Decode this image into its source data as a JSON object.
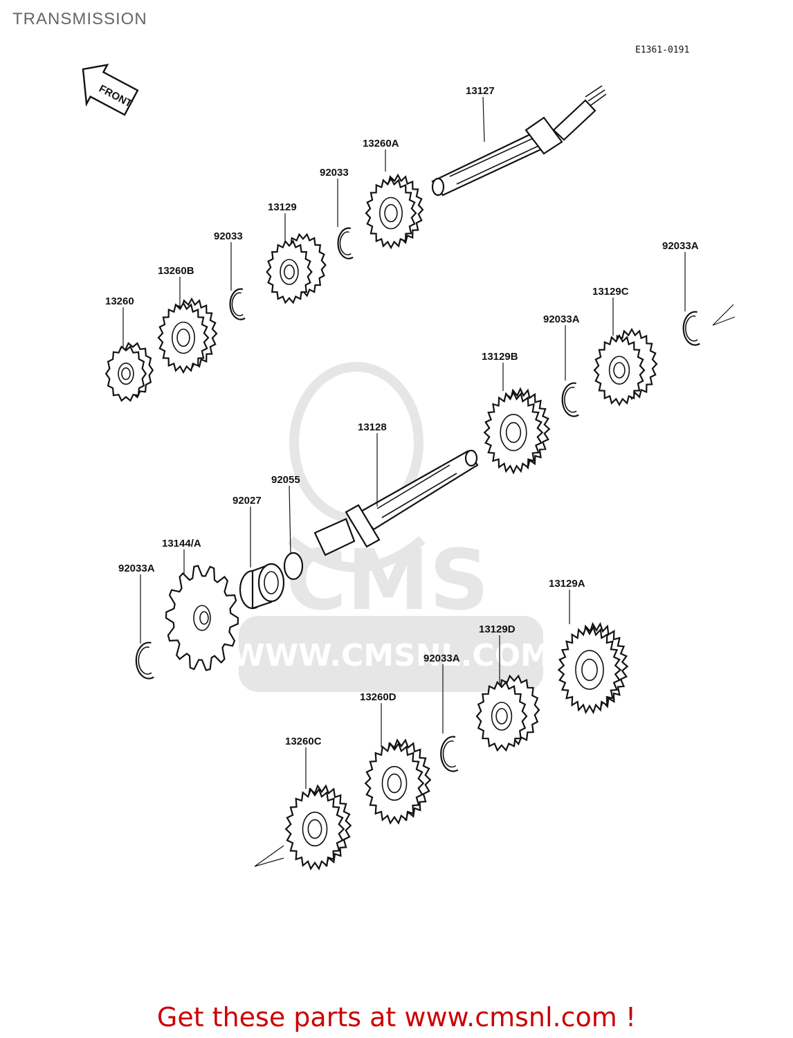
{
  "title": "TRANSMISSION",
  "drawing_code": "E1361-0191",
  "front_marker": "FRONT",
  "watermark": {
    "brand": "CMS",
    "url": "WWW.CMSNL.COM"
  },
  "promo": {
    "text": "Get these parts at www.cmsnl.com !",
    "color": "#cc0000"
  },
  "parts": [
    {
      "id": "13127",
      "label": "13127",
      "kind": "drive-shaft"
    },
    {
      "id": "13260A",
      "label": "13260A",
      "kind": "gear"
    },
    {
      "id": "92033-upper-right",
      "label": "92033",
      "kind": "circlip"
    },
    {
      "id": "13129",
      "label": "13129",
      "kind": "gear"
    },
    {
      "id": "92033-upper-left",
      "label": "92033",
      "kind": "circlip"
    },
    {
      "id": "13260B",
      "label": "13260B",
      "kind": "gear"
    },
    {
      "id": "13260",
      "label": "13260",
      "kind": "gear"
    },
    {
      "id": "92033A-top",
      "label": "92033A",
      "kind": "circlip"
    },
    {
      "id": "13129C",
      "label": "13129C",
      "kind": "gear"
    },
    {
      "id": "92033A-mid",
      "label": "92033A",
      "kind": "circlip"
    },
    {
      "id": "13129B",
      "label": "13129B",
      "kind": "gear"
    },
    {
      "id": "13128",
      "label": "13128",
      "kind": "output-shaft"
    },
    {
      "id": "92055",
      "label": "92055",
      "kind": "o-ring"
    },
    {
      "id": "92027",
      "label": "92027",
      "kind": "collar"
    },
    {
      "id": "13144/A",
      "label": "13144/A",
      "kind": "sprocket"
    },
    {
      "id": "92033A-left",
      "label": "92033A",
      "kind": "circlip"
    },
    {
      "id": "13129A",
      "label": "13129A",
      "kind": "gear"
    },
    {
      "id": "13129D",
      "label": "13129D",
      "kind": "gear"
    },
    {
      "id": "92033A-lower",
      "label": "92033A",
      "kind": "circlip"
    },
    {
      "id": "13260D",
      "label": "13260D",
      "kind": "gear"
    },
    {
      "id": "13260C",
      "label": "13260C",
      "kind": "gear"
    }
  ]
}
